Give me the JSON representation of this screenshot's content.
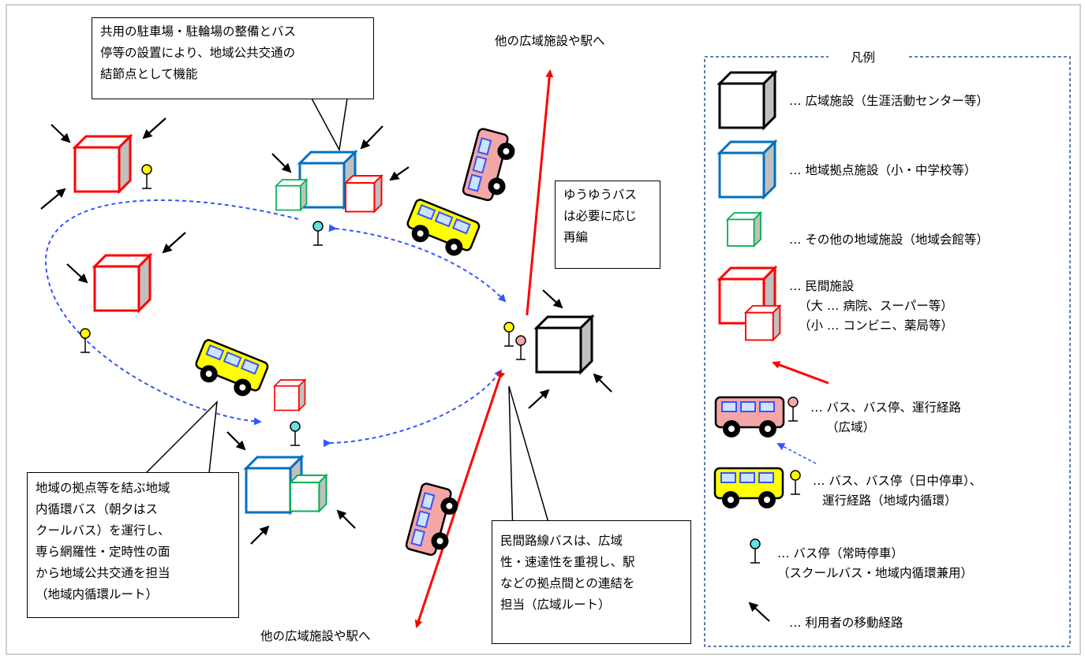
{
  "callouts": {
    "top": [
      "共用の駐車場・駐輪場の整備とバス",
      "停等の設置により、地域公共交通の",
      "結節点として機能"
    ],
    "mid": [
      "ゆうゆうバス",
      "は必要に応じ",
      "再編"
    ],
    "left": [
      "地域の拠点等を結ぶ地域",
      "内循環バス（朝夕はス",
      "クールバス）を運行し、",
      "専ら網羅性・定時性の面",
      "から地域公共交通を担当",
      "（地域内循環ルート）"
    ],
    "bottom": [
      "民間路線バスは、広域",
      "性・速達性を重視し、駅",
      "などの拠点間との連結を",
      "担当（広域ルート）"
    ]
  },
  "labels": {
    "top_dest": "他の広域施設や駅へ",
    "bottom_dest": "他の広域施設や駅へ"
  },
  "legend": {
    "title": "凡例",
    "wide": "… 広域施設（生涯活動センター等）",
    "hub": "… 地域拠点施設（小・中学校等）",
    "other": "… その他の地域施設（地域会館等）",
    "private": [
      "… 民間施設",
      "（大 … 病院、スーパー等）",
      "（小 … コンビニ、薬局等）"
    ],
    "bus_wide": [
      "… バス、バス停、運行経路",
      "（広域）"
    ],
    "bus_local": [
      "… バス、バス停（日中停車）、",
      "運行経路（地域内循環）"
    ],
    "stop": [
      "… バス停（常時停車）",
      "（スクールバス・地域内循環兼用）"
    ],
    "user": "… 利用者の移動経路"
  },
  "colors": {
    "red": "#ff0000",
    "blue": "#0070c0",
    "green": "#00b050",
    "black": "#000000",
    "yellow_bus": "#ffff00",
    "pink_bus": "#f4a6a6",
    "route_blue": "#3355ff",
    "legend_border": "#2f5597"
  }
}
